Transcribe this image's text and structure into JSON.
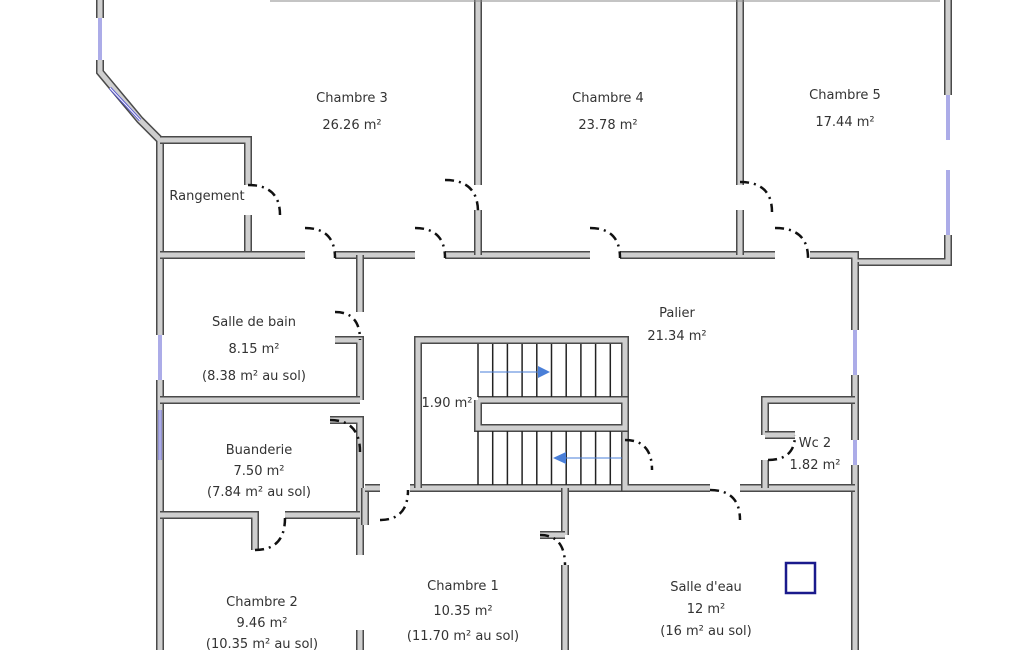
{
  "rooms": [
    {
      "id": "chambre-3",
      "name": "Chambre 3",
      "area": "26.26 m²",
      "floor": ""
    },
    {
      "id": "chambre-4",
      "name": "Chambre 4",
      "area": "23.78 m²",
      "floor": ""
    },
    {
      "id": "chambre-5",
      "name": "Chambre 5",
      "area": "17.44 m²",
      "floor": ""
    },
    {
      "id": "rangement",
      "name": "Rangement",
      "area": "",
      "floor": ""
    },
    {
      "id": "salle-de-bain",
      "name": "Salle de bain",
      "area": "8.15 m²",
      "floor": "(8.38 m² au sol)"
    },
    {
      "id": "palier",
      "name": "Palier",
      "area": "21.34 m²",
      "floor": ""
    },
    {
      "id": "stair-area",
      "name": "",
      "area": "1.90 m²",
      "floor": ""
    },
    {
      "id": "buanderie",
      "name": "Buanderie",
      "area": "7.50 m²",
      "floor": "(7.84 m² au sol)"
    },
    {
      "id": "wc-2",
      "name": "Wc 2",
      "area": "1.82 m²",
      "floor": ""
    },
    {
      "id": "chambre-2",
      "name": "Chambre 2",
      "area": "9.46 m²",
      "floor": "(10.35 m² au sol)"
    },
    {
      "id": "chambre-1",
      "name": "Chambre 1",
      "area": "10.35 m²",
      "floor": "(11.70 m² au sol)"
    },
    {
      "id": "salle-d-eau",
      "name": "Salle d'eau",
      "area": "12 m²",
      "floor": "(16 m² au sol)"
    }
  ],
  "colors": {
    "wall_fill": "#cfcfcf",
    "wall_edge": "#4a4a4a",
    "window": "#5a5ad0",
    "arrow": "#4a7fd8",
    "shower": "#1a1a8c"
  }
}
